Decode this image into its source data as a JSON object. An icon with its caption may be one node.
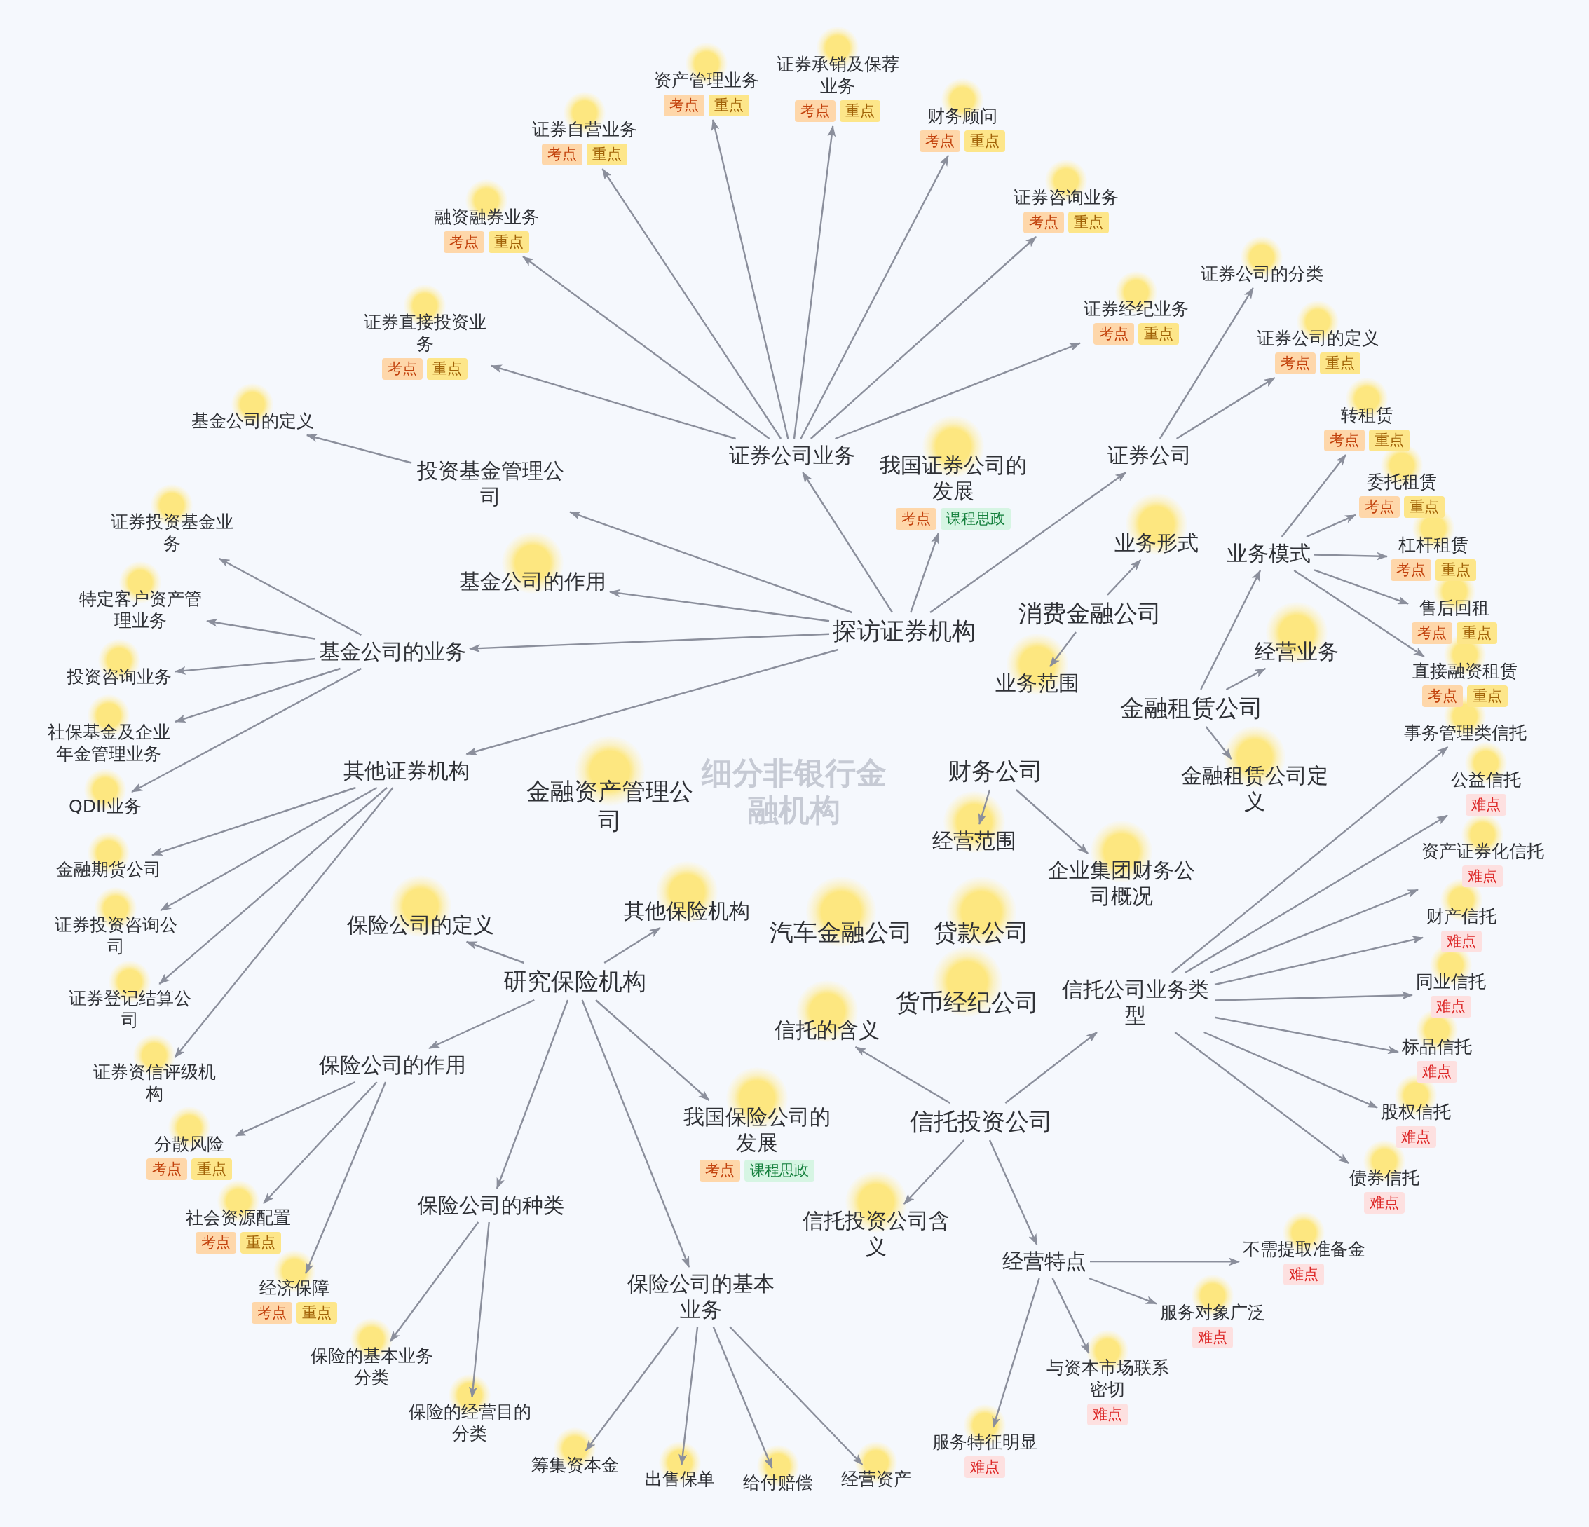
{
  "diagram": {
    "title": "细分非银行金融机构",
    "nodes": [
      {
        "text": [
          "探访证券机构"
        ]
      },
      {
        "text": [
          "证券公司"
        ]
      },
      {
        "text": [
          "证券公司的分类"
        ]
      },
      {
        "text": [
          "证券公司的定义",
          "考点",
          "重点"
        ]
      },
      {
        "text": [
          "证券公司业务"
        ]
      },
      {
        "text": [
          "证券直接投资业务",
          "考点",
          "重点"
        ]
      },
      {
        "text": [
          "融资融券业务",
          "考点",
          "重点"
        ]
      },
      {
        "text": [
          "证券自营业务",
          "考点",
          "重点"
        ]
      },
      {
        "text": [
          "资产管理业务",
          "考点",
          "重点"
        ]
      },
      {
        "text": [
          "证券承销及保荐业务",
          "考点",
          "重点"
        ]
      },
      {
        "text": [
          "财务顾问",
          "考点",
          "重点"
        ]
      },
      {
        "text": [
          "证券咨询业务",
          "考点",
          "重点"
        ]
      },
      {
        "text": [
          "证券经纪业务",
          "考点",
          "重点"
        ]
      },
      {
        "text": [
          "我国证券公司的发展",
          "考点",
          "课程思政"
        ]
      },
      {
        "text": [
          "投资基金管理公司"
        ]
      },
      {
        "text": [
          "基金公司的定义"
        ]
      },
      {
        "text": [
          "基金公司的作用"
        ]
      },
      {
        "text": [
          "基金公司的业务"
        ]
      },
      {
        "text": [
          "证券投资基金业务"
        ]
      },
      {
        "text": [
          "特定客户资产管理业务"
        ]
      },
      {
        "text": [
          "投资咨询业务"
        ]
      },
      {
        "text": [
          "社保基金及企业年金管理业务"
        ]
      },
      {
        "text": [
          "QDII业务"
        ]
      },
      {
        "text": [
          "其他证券机构"
        ]
      },
      {
        "text": [
          "金融期货公司"
        ]
      },
      {
        "text": [
          "证券投资咨询公司"
        ]
      },
      {
        "text": [
          "证券登记结算公司"
        ]
      },
      {
        "text": [
          "证券资信评级机构"
        ]
      },
      {
        "text": [
          "研究保险机构"
        ]
      },
      {
        "text": [
          "保险公司的定义"
        ]
      },
      {
        "text": [
          "保险公司的作用"
        ]
      },
      {
        "text": [
          "分散风险",
          "考点",
          "重点"
        ]
      },
      {
        "text": [
          "社会资源配置",
          "考点",
          "重点"
        ]
      },
      {
        "text": [
          "经济保障",
          "考点",
          "重点"
        ]
      },
      {
        "text": [
          "保险公司的种类"
        ]
      },
      {
        "text": [
          "保险的基本业务分类"
        ]
      },
      {
        "text": [
          "保险的经营目的分类"
        ]
      },
      {
        "text": [
          "保险公司的基本业务"
        ]
      },
      {
        "text": [
          "筹集资本金"
        ]
      },
      {
        "text": [
          "出售保单"
        ]
      },
      {
        "text": [
          "给付赔偿"
        ]
      },
      {
        "text": [
          "经营资产"
        ]
      },
      {
        "text": [
          "我国保险公司的发展",
          "考点",
          "课程思政"
        ]
      },
      {
        "text": [
          "其他保险机构"
        ]
      },
      {
        "text": [
          "信托投资公司"
        ]
      },
      {
        "text": [
          "信托的含义"
        ]
      },
      {
        "text": [
          "信托投资公司含义"
        ]
      },
      {
        "text": [
          "经营特点"
        ]
      },
      {
        "text": [
          "服务特征明显",
          "难点"
        ]
      },
      {
        "text": [
          "与资本市场联系密切",
          "难点"
        ]
      },
      {
        "text": [
          "服务对象广泛",
          "难点"
        ]
      },
      {
        "text": [
          "不需提取准备金",
          "难点"
        ]
      },
      {
        "text": [
          "信托公司业务类型"
        ]
      },
      {
        "text": [
          "债券信托",
          "难点"
        ]
      },
      {
        "text": [
          "股权信托",
          "难点"
        ]
      },
      {
        "text": [
          "标品信托",
          "难点"
        ]
      },
      {
        "text": [
          "同业信托",
          "难点"
        ]
      },
      {
        "text": [
          "财产信托",
          "难点"
        ]
      },
      {
        "text": [
          "资产证券化信托",
          "难点"
        ]
      },
      {
        "text": [
          "公益信托",
          "难点"
        ]
      },
      {
        "text": [
          "事务管理类信托"
        ]
      },
      {
        "text": [
          "金融租赁公司"
        ]
      },
      {
        "text": [
          "金融租赁公司定义"
        ]
      },
      {
        "text": [
          "经营业务"
        ]
      },
      {
        "text": [
          "业务模式"
        ]
      },
      {
        "text": [
          "转租赁",
          "考点",
          "重点"
        ]
      },
      {
        "text": [
          "委托租赁",
          "考点",
          "重点"
        ]
      },
      {
        "text": [
          "杠杆租赁",
          "考点",
          "重点"
        ]
      },
      {
        "text": [
          "售后回租",
          "考点",
          "重点"
        ]
      },
      {
        "text": [
          "直接融资租赁",
          "考点",
          "重点"
        ]
      },
      {
        "text": [
          "财务公司"
        ]
      },
      {
        "text": [
          "经营范围"
        ]
      },
      {
        "text": [
          "企业集团财务公司概况"
        ]
      },
      {
        "text": [
          "消费金融公司"
        ]
      },
      {
        "text": [
          "业务形式"
        ]
      },
      {
        "text": [
          "业务范围"
        ]
      },
      {
        "text": [
          "贷款公司"
        ]
      },
      {
        "text": [
          "货币经纪公司"
        ]
      },
      {
        "text": [
          "汽车金融公司"
        ]
      },
      {
        "text": [
          "金融资产管理公司"
        ]
      }
    ],
    "edges": [
      {
        "from": 0,
        "to": 1,
        "arrow": "to"
      },
      {
        "from": 0,
        "to": 4,
        "arrow": "to"
      },
      {
        "from": 0,
        "to": 13,
        "arrow": "to"
      },
      {
        "from": 0,
        "to": 14,
        "arrow": "to"
      },
      {
        "from": 0,
        "to": 16,
        "arrow": "to"
      },
      {
        "from": 0,
        "to": 17,
        "arrow": "to"
      },
      {
        "from": 0,
        "to": 23,
        "arrow": "to"
      },
      {
        "from": 1,
        "to": 2,
        "arrow": "to"
      },
      {
        "from": 1,
        "to": 3,
        "arrow": "to"
      },
      {
        "from": 4,
        "to": 5,
        "arrow": "to"
      },
      {
        "from": 4,
        "to": 6,
        "arrow": "to"
      },
      {
        "from": 4,
        "to": 7,
        "arrow": "to"
      },
      {
        "from": 4,
        "to": 8,
        "arrow": "to"
      },
      {
        "from": 4,
        "to": 9,
        "arrow": "to"
      },
      {
        "from": 4,
        "to": 10,
        "arrow": "to"
      },
      {
        "from": 4,
        "to": 11,
        "arrow": "to"
      },
      {
        "from": 4,
        "to": 12,
        "arrow": "to"
      },
      {
        "from": 14,
        "to": 15,
        "arrow": "to"
      },
      {
        "from": 17,
        "to": 18,
        "arrow": "to"
      },
      {
        "from": 17,
        "to": 19,
        "arrow": "to"
      },
      {
        "from": 17,
        "to": 20,
        "arrow": "to"
      },
      {
        "from": 17,
        "to": 21,
        "arrow": "to"
      },
      {
        "from": 17,
        "to": 22,
        "arrow": "to"
      },
      {
        "from": 23,
        "to": 24,
        "arrow": "to"
      },
      {
        "from": 23,
        "to": 25,
        "arrow": "to"
      },
      {
        "from": 23,
        "to": 26,
        "arrow": "to"
      },
      {
        "from": 23,
        "to": 27,
        "arrow": "to"
      },
      {
        "from": 28,
        "to": 29,
        "arrow": "to"
      },
      {
        "from": 28,
        "to": 30,
        "arrow": "to"
      },
      {
        "from": 28,
        "to": 34,
        "arrow": "to"
      },
      {
        "from": 28,
        "to": 37,
        "arrow": "to"
      },
      {
        "from": 28,
        "to": 42,
        "arrow": "to"
      },
      {
        "from": 28,
        "to": 43,
        "arrow": "to"
      },
      {
        "from": 30,
        "to": 31,
        "arrow": "to"
      },
      {
        "from": 30,
        "to": 32,
        "arrow": "to"
      },
      {
        "from": 30,
        "to": 33,
        "arrow": "to"
      },
      {
        "from": 34,
        "to": 35,
        "arrow": "to"
      },
      {
        "from": 34,
        "to": 36,
        "arrow": "to"
      },
      {
        "from": 37,
        "to": 38,
        "arrow": "to"
      },
      {
        "from": 37,
        "to": 39,
        "arrow": "to"
      },
      {
        "from": 37,
        "to": 40,
        "arrow": "to"
      },
      {
        "from": 37,
        "to": 41,
        "arrow": "to"
      },
      {
        "from": 44,
        "to": 45,
        "arrow": "to"
      },
      {
        "from": 44,
        "to": 46,
        "arrow": "to"
      },
      {
        "from": 44,
        "to": 47,
        "arrow": "to"
      },
      {
        "from": 44,
        "to": 52,
        "arrow": "to"
      },
      {
        "from": 47,
        "to": 48,
        "arrow": "to"
      },
      {
        "from": 47,
        "to": 49,
        "arrow": "to"
      },
      {
        "from": 47,
        "to": 50,
        "arrow": "to"
      },
      {
        "from": 47,
        "to": 51,
        "arrow": "to"
      },
      {
        "from": 52,
        "to": 53,
        "arrow": "to"
      },
      {
        "from": 52,
        "to": 54,
        "arrow": "to"
      },
      {
        "from": 52,
        "to": 55,
        "arrow": "to"
      },
      {
        "from": 52,
        "to": 56,
        "arrow": "to"
      },
      {
        "from": 52,
        "to": 57,
        "arrow": "to"
      },
      {
        "from": 52,
        "to": 58,
        "arrow": "to"
      },
      {
        "from": 52,
        "to": 59,
        "arrow": "to"
      },
      {
        "from": 52,
        "to": 60,
        "arrow": "to"
      },
      {
        "from": 61,
        "to": 62,
        "arrow": "to"
      },
      {
        "from": 61,
        "to": 63,
        "arrow": "to"
      },
      {
        "from": 61,
        "to": 64,
        "arrow": "to"
      },
      {
        "from": 64,
        "to": 65,
        "arrow": "to"
      },
      {
        "from": 64,
        "to": 66,
        "arrow": "to"
      },
      {
        "from": 64,
        "to": 67,
        "arrow": "to"
      },
      {
        "from": 64,
        "to": 68,
        "arrow": "to"
      },
      {
        "from": 64,
        "to": 69,
        "arrow": "to"
      },
      {
        "from": 70,
        "to": 71,
        "arrow": "to"
      },
      {
        "from": 70,
        "to": 72,
        "arrow": "to"
      },
      {
        "from": 73,
        "to": 74,
        "arrow": "to"
      },
      {
        "from": 73,
        "to": 75,
        "arrow": "to"
      }
    ]
  }
}
